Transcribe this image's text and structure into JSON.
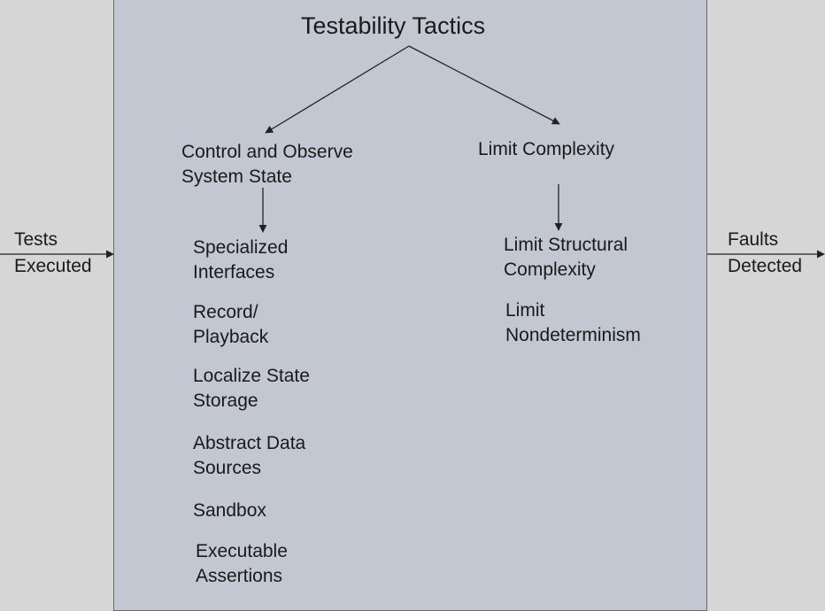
{
  "title": "Testability Tactics",
  "input_label": [
    "Tests",
    "Executed"
  ],
  "output_label": [
    "Faults",
    "Detected"
  ],
  "branches": {
    "left": {
      "heading": [
        "Control and Observe",
        "System State"
      ],
      "items": [
        [
          "Specialized",
          "Interfaces"
        ],
        [
          "Record/",
          "Playback"
        ],
        [
          "Localize State",
          "Storage"
        ],
        [
          "Abstract Data",
          "Sources"
        ],
        [
          "Sandbox"
        ],
        [
          "Executable",
          "Assertions"
        ]
      ]
    },
    "right": {
      "heading": [
        "Limit Complexity"
      ],
      "items": [
        [
          "Limit Structural",
          "Complexity"
        ],
        [
          "Limit",
          "Nondeterminism"
        ]
      ]
    }
  },
  "colors": {
    "background": "#d6d6d6",
    "box": "#c2c7d1",
    "line": "#222222"
  }
}
